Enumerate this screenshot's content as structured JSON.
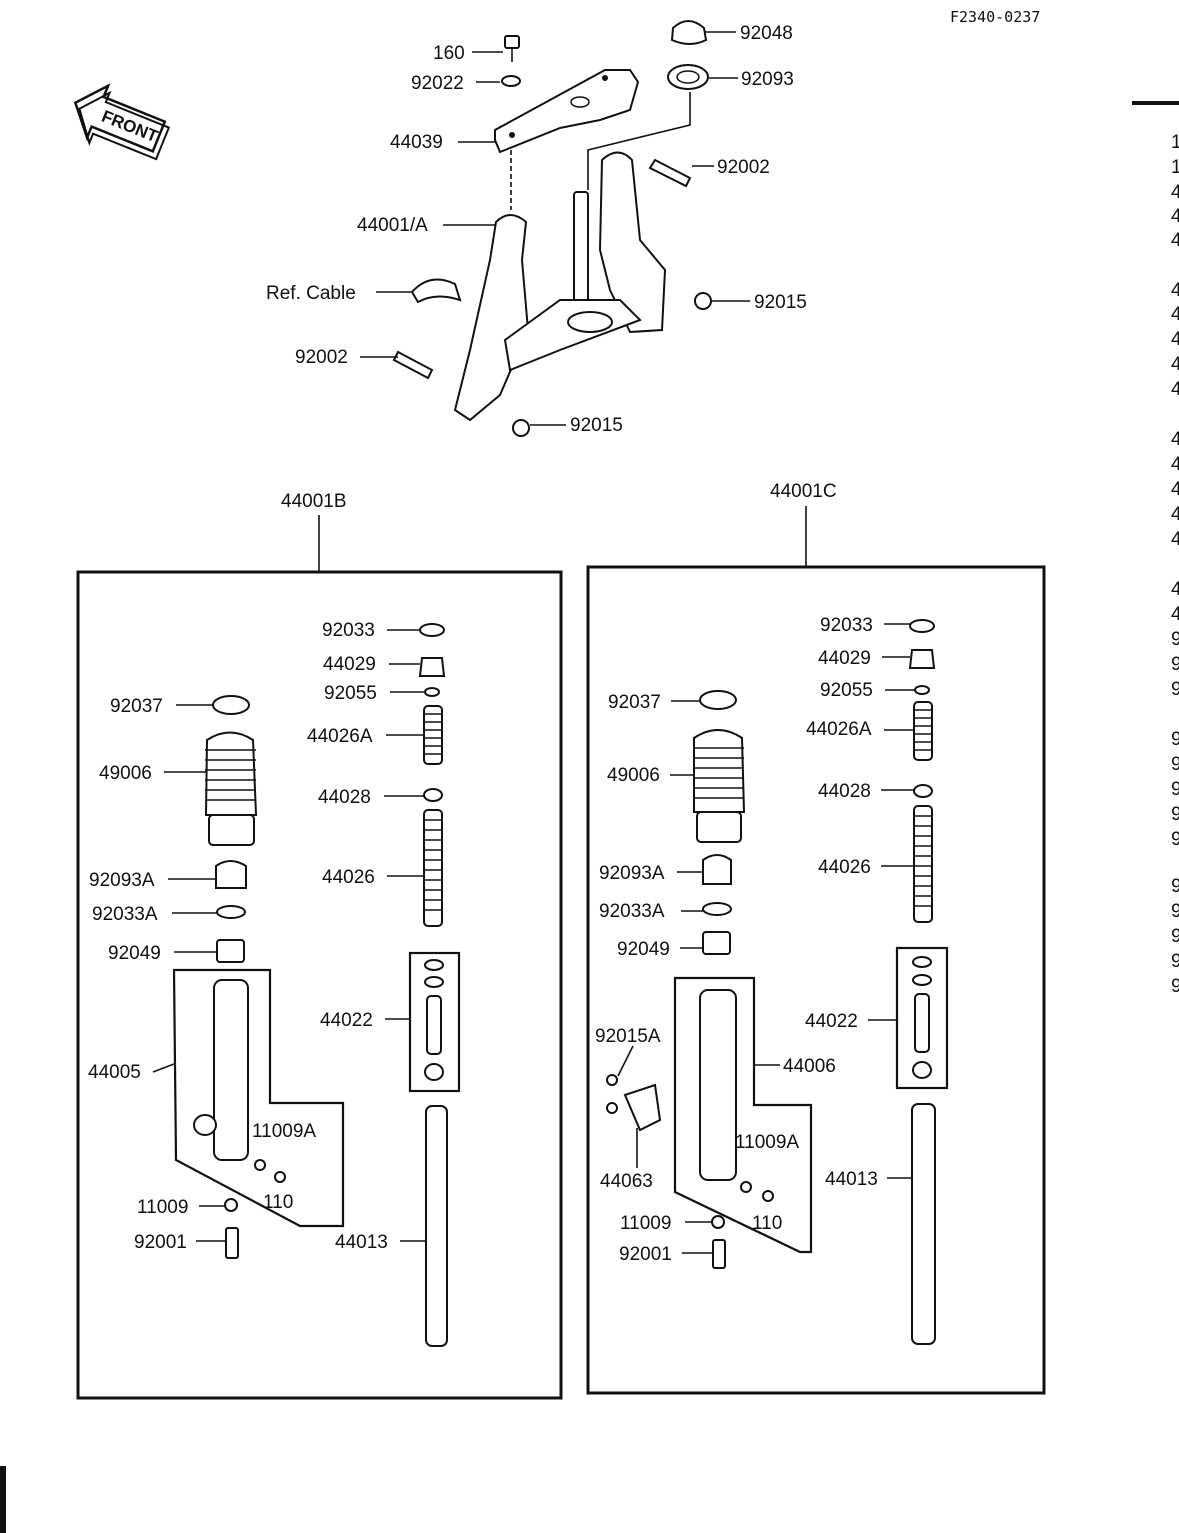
{
  "header": {
    "code": "F2340-0237"
  },
  "front_arrow": {
    "text": "FRONT"
  },
  "top_assembly": {
    "labels": [
      "160",
      "92022",
      "44039",
      "44001/A",
      "Ref. Cable",
      "92002",
      "92048",
      "92093",
      "92002",
      "92015",
      "92015"
    ]
  },
  "left_group": {
    "title": "44001B",
    "labels": [
      "92033",
      "44029",
      "92055",
      "44026A",
      "44028",
      "44026",
      "44022",
      "44013",
      "92037",
      "49006",
      "92093A",
      "92033A",
      "92049",
      "44005",
      "11009A",
      "110",
      "11009",
      "92001"
    ]
  },
  "right_group": {
    "title": "44001C",
    "labels": [
      "92033",
      "44029",
      "92055",
      "44026A",
      "44028",
      "44026",
      "44022",
      "44013",
      "92037",
      "49006",
      "92093A",
      "92033A",
      "92049",
      "92015A",
      "44006",
      "44063",
      "11009A",
      "110",
      "11009",
      "92001"
    ]
  },
  "side_column": {
    "glyphs": [
      "1",
      "1",
      "4",
      "4",
      "4",
      "4",
      "4",
      "4",
      "4",
      "4",
      "4",
      "4",
      "4",
      "4",
      "4",
      "4",
      "4",
      "9",
      "9",
      "9",
      "9",
      "9",
      "9",
      "9",
      "9",
      "9",
      "9",
      "9",
      "9",
      "9"
    ]
  }
}
